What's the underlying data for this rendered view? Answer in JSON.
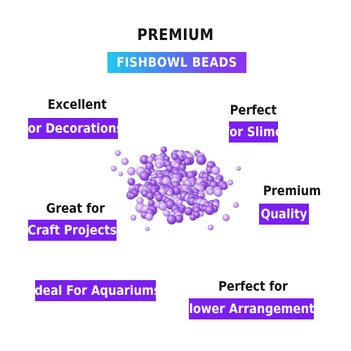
{
  "header": {
    "line1": "PREMIUM",
    "line2": "FISHBOWL BEADS"
  },
  "features": {
    "decorations": {
      "title": "Excellent",
      "tag": "for Decorations"
    },
    "slime": {
      "title": "Perfect",
      "tag": "for Slime"
    },
    "quality": {
      "title": "Premium",
      "tag": "Quality"
    },
    "craft": {
      "title": "Great for",
      "tag": "Craft Projects"
    },
    "aquariums": {
      "tag": "Ideal For Aquariums"
    },
    "flowers": {
      "title": "Perfect for",
      "tag": "Flower Arrangements"
    }
  },
  "colors": {
    "tag_purple": "#7a1ff0",
    "bead_purple": "#a768e8",
    "banner_gradient_start": "#1fc8ee",
    "banner_gradient_end": "#8c34ef"
  }
}
